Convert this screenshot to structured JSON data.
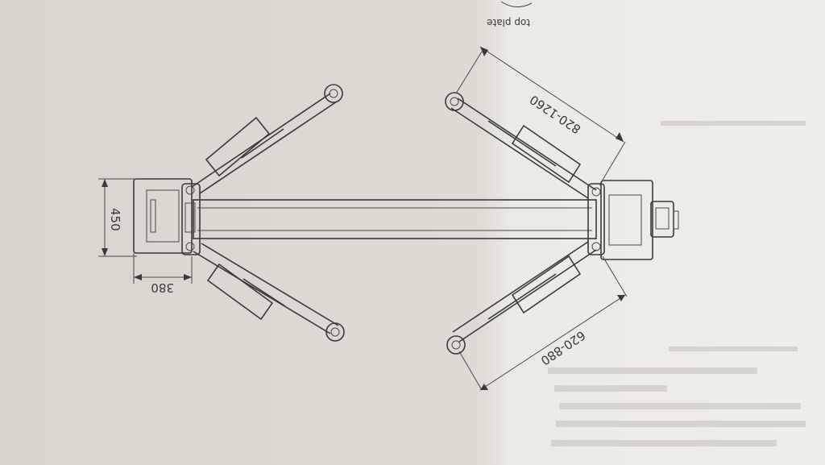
{
  "labels": {
    "top_plate": "top plate",
    "dim_450": "450",
    "dim_380": "380",
    "dim_long_arm": "820-1260",
    "dim_short_arm": "620-880"
  }
}
